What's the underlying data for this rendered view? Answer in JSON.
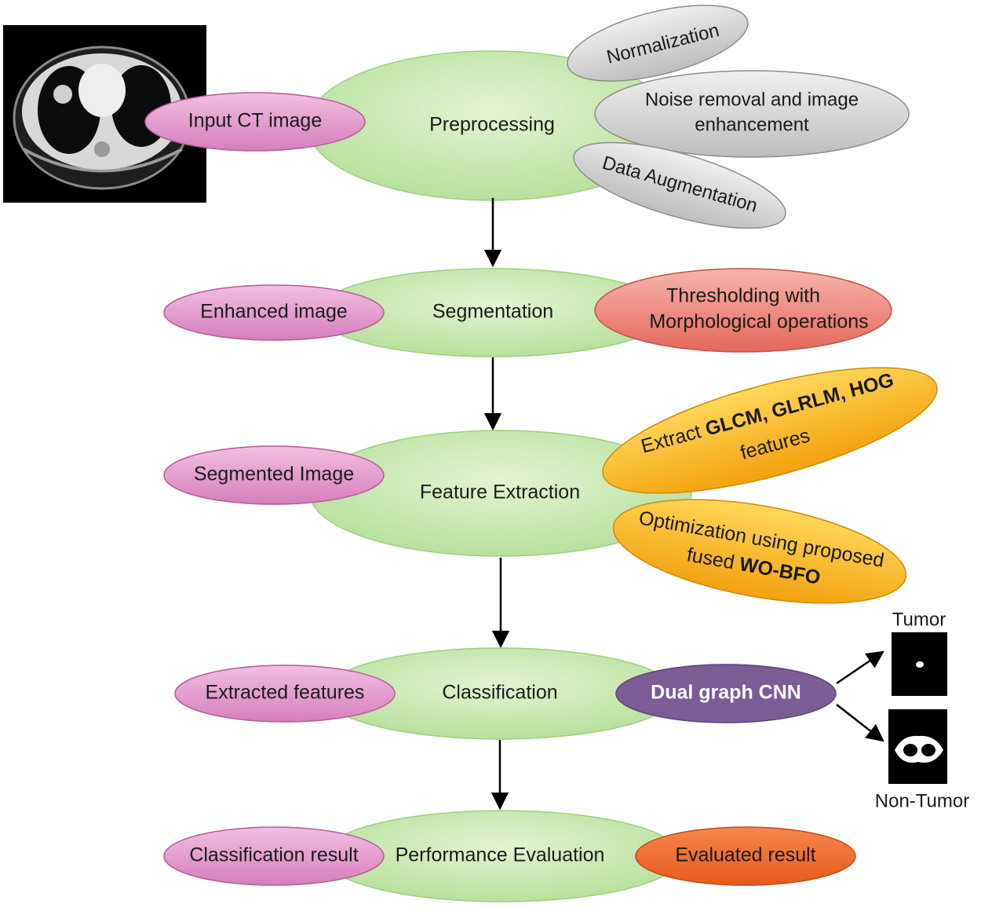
{
  "input_image": {
    "label": ""
  },
  "stages": {
    "preprocessing": "Preprocessing",
    "segmentation": "Segmentation",
    "feature_extraction": "Feature Extraction",
    "classification": "Classification",
    "performance_evaluation": "Performance Evaluation"
  },
  "inputs": {
    "input_ct": "Input CT image",
    "enhanced": "Enhanced image",
    "segmented": "Segmented Image",
    "extracted": "Extracted features",
    "classification_result": "Classification result"
  },
  "preprocessing_steps": {
    "normalization": "Normalization",
    "noise_line1": "Noise removal and image",
    "noise_line2": "enhancement",
    "augmentation": "Data Augmentation"
  },
  "segmentation_method": {
    "line1": "Thresholding  with",
    "line2": "Morphological operations"
  },
  "feature_methods": {
    "extract_prefix": "Extract ",
    "extract_bold": "GLCM, GLRLM, HOG",
    "extract_line2": "features",
    "opt_line1": "Optimization using proposed",
    "opt_line2_prefix": "fused ",
    "opt_line2_bold": "WO-BFO"
  },
  "classifier": "Dual graph CNN",
  "evaluation_output": "Evaluated result",
  "outputs": {
    "tumor": "Tumor",
    "non_tumor": "Non-Tumor"
  },
  "colors": {
    "stage_fill": "#c9e8b2",
    "stage_stroke": "#93c47d",
    "input_fill": "#e39acb",
    "input_stroke": "#b35c96",
    "gray_fill": "#d9d9d9",
    "gray_stroke": "#9a9a9a",
    "red_fill": "#ef8074",
    "orange_fill": "#f9b823",
    "purple_fill": "#7b5c95",
    "eval_fill": "#f36c2c"
  }
}
